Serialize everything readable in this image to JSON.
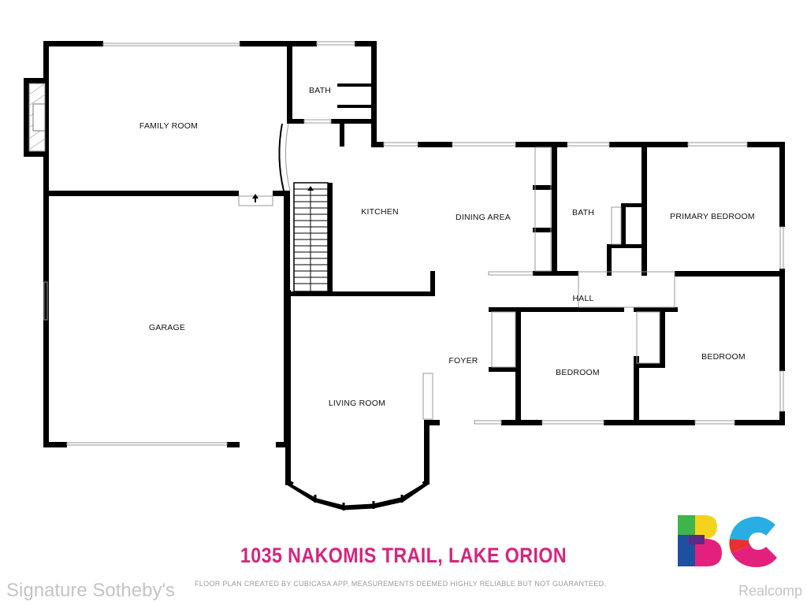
{
  "rooms": {
    "family_room": "FAMILY ROOM",
    "bath_upper": "BATH",
    "kitchen": "KITCHEN",
    "dining_area": "DINING AREA",
    "bath_main": "BATH",
    "primary_bedroom": "PRIMARY BEDROOM",
    "garage": "GARAGE",
    "hall": "HALL",
    "foyer": "FOYER",
    "bedroom_center": "BEDROOM",
    "bedroom_right": "BEDROOM",
    "living_room": "LIVING ROOM"
  },
  "title": "1035 NAKOMIS TRAIL, LAKE ORION",
  "disclaimer": "FLOOR PLAN CREATED BY CUBICASA APP. MEASUREMENTS DEEMED HIGHLY RELIABLE BUT NOT GUARANTEED.",
  "watermarks": {
    "left": "Signature Sotheby's",
    "right": "Realcomp"
  },
  "logo": {
    "text": "BC",
    "colors": {
      "green": "#3cb54a",
      "yellow": "#f4d31e",
      "magenta": "#e3217c",
      "blue": "#1f4fa0",
      "cyan": "#29aee3",
      "red": "#e8312c",
      "purple": "#5b2a86"
    }
  },
  "colors": {
    "wall": "#000000",
    "title": "#d6247c",
    "window": "#bbbbbb"
  }
}
